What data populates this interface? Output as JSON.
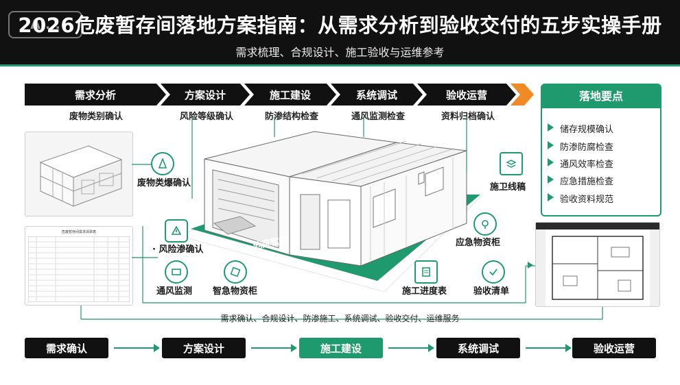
{
  "header": {
    "logo": "AI...",
    "title": "2026危废暂存间落地方案指南：从需求分析到验收交付的五步实操手册",
    "subtitle": "需求梳理、合规设计、施工验收与运维参考"
  },
  "steps": [
    {
      "label": "需求分析",
      "sub": "废物类别确认"
    },
    {
      "label": "方案设计",
      "sub": "风险等级确认"
    },
    {
      "label": "施工建设",
      "sub": "防渗结构检查"
    },
    {
      "label": "系统调试",
      "sub": "通风监测检查"
    },
    {
      "label": "验收运营",
      "sub": "资料归档确认"
    }
  ],
  "key_points": {
    "title": "落地要点",
    "items": [
      "储存规模确认",
      "防渗防腐检查",
      "通风效率检查",
      "应急措施检查",
      "验收资料规范"
    ]
  },
  "callouts": {
    "fire_classification": "废物类爆确认",
    "leak_confirm": "· 风险渗确认",
    "ventilation": "通风监测",
    "smart_cabinet": "智急物资柜",
    "emergency_cabinet": "应急物资柜",
    "schedule": "施工进度表",
    "checklist": "验收清单",
    "line_draft": "施卫线稿",
    "floor_label": "危废暂存"
  },
  "doc_thumbnail_title": "危废暂存间需求清单表",
  "bracket_text": "需求确认、合规设计、防渗施工、系统调试、验收交付、运维服务",
  "bottom_flow": [
    "需求确认",
    "方案设计",
    "施工建设",
    "系统调试",
    "验收运营"
  ],
  "colors": {
    "accent": "#1f9a6e",
    "dark": "#111111",
    "orange": "#f08a24"
  }
}
